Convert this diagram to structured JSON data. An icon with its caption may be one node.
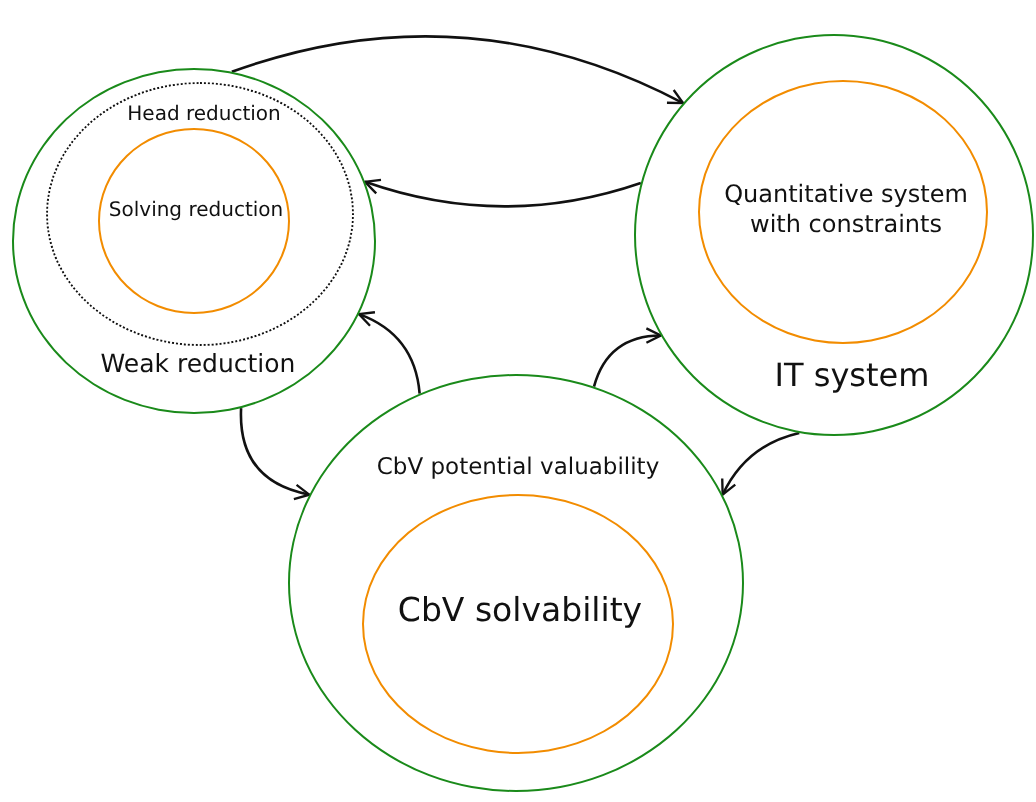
{
  "diagram": {
    "nodes": [
      {
        "text": [
          "Weak reduction"
        ]
      },
      {
        "text": [
          "Head reduction"
        ],
        "in": 0
      },
      {
        "text": [
          "Solving reduction"
        ],
        "in": 1
      },
      {
        "text": [
          "IT system"
        ]
      },
      {
        "text": [
          "Quantitative system with constraints"
        ],
        "in": 3
      },
      {
        "text": [
          "CbV potential valuability"
        ]
      },
      {
        "text": [
          "CbV solvability"
        ],
        "in": 5
      }
    ],
    "edges": [
      {
        "from": 0,
        "to": 3,
        "arrow": "to"
      },
      {
        "from": 3,
        "to": 0,
        "arrow": "to"
      },
      {
        "from": 5,
        "to": 0,
        "arrow": "to"
      },
      {
        "from": 0,
        "to": 5,
        "arrow": "to"
      },
      {
        "from": 5,
        "to": 3,
        "arrow": "to"
      },
      {
        "from": 3,
        "to": 5,
        "arrow": "to"
      }
    ]
  }
}
